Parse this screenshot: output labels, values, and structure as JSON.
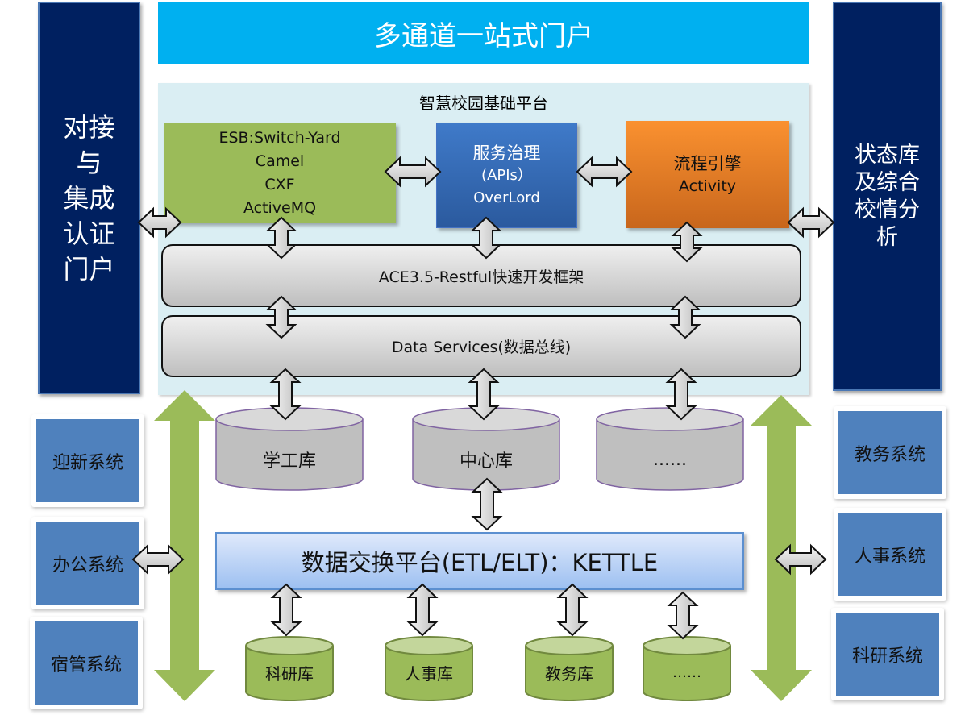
{
  "diagram": {
    "top_portal": "多通道一站式门户",
    "left_panel": [
      "对接",
      "与",
      "集成",
      "认证",
      "门户"
    ],
    "right_panel": [
      "状态库",
      "及综合",
      "校情分",
      "析"
    ],
    "platform": {
      "title": "智慧校园基础平台",
      "esb": [
        "ESB:Switch-Yard",
        "Camel",
        "CXF",
        "ActiveMQ"
      ],
      "governance": {
        "title": "服务治理",
        "line2": "(APIs）",
        "line3": "OverLord"
      },
      "workflow": {
        "title": "流程引擎",
        "line2": "Activity"
      },
      "framework_bar": "ACE3.5-Restful快速开发框架",
      "data_services_bar": "Data Services(数据总线)"
    },
    "databases": [
      {
        "label": "学工库"
      },
      {
        "label": "中心库"
      },
      {
        "label": "......"
      }
    ],
    "exchange_platform": "数据交换平台(ETL/ELT)：KETTLE",
    "source_databases": [
      {
        "label": "科研库"
      },
      {
        "label": "人事库"
      },
      {
        "label": "教务库"
      },
      {
        "label": "……"
      }
    ],
    "left_systems": [
      {
        "label": "迎新系统"
      },
      {
        "label": "办公系统"
      },
      {
        "label": "宿管系统"
      }
    ],
    "right_systems": [
      {
        "label": "教务系统"
      },
      {
        "label": "人事系统"
      },
      {
        "label": "科研系统"
      }
    ],
    "colors": {
      "portal": "#00b0f0",
      "side_panels": "#002060",
      "platform_bg": "#daeef3",
      "esb": "#9bbb59",
      "governance": "#3f7ac9",
      "workflow": "#fa9130",
      "systems": "#4f81bd",
      "green_arrows": "#9bbb59"
    }
  }
}
